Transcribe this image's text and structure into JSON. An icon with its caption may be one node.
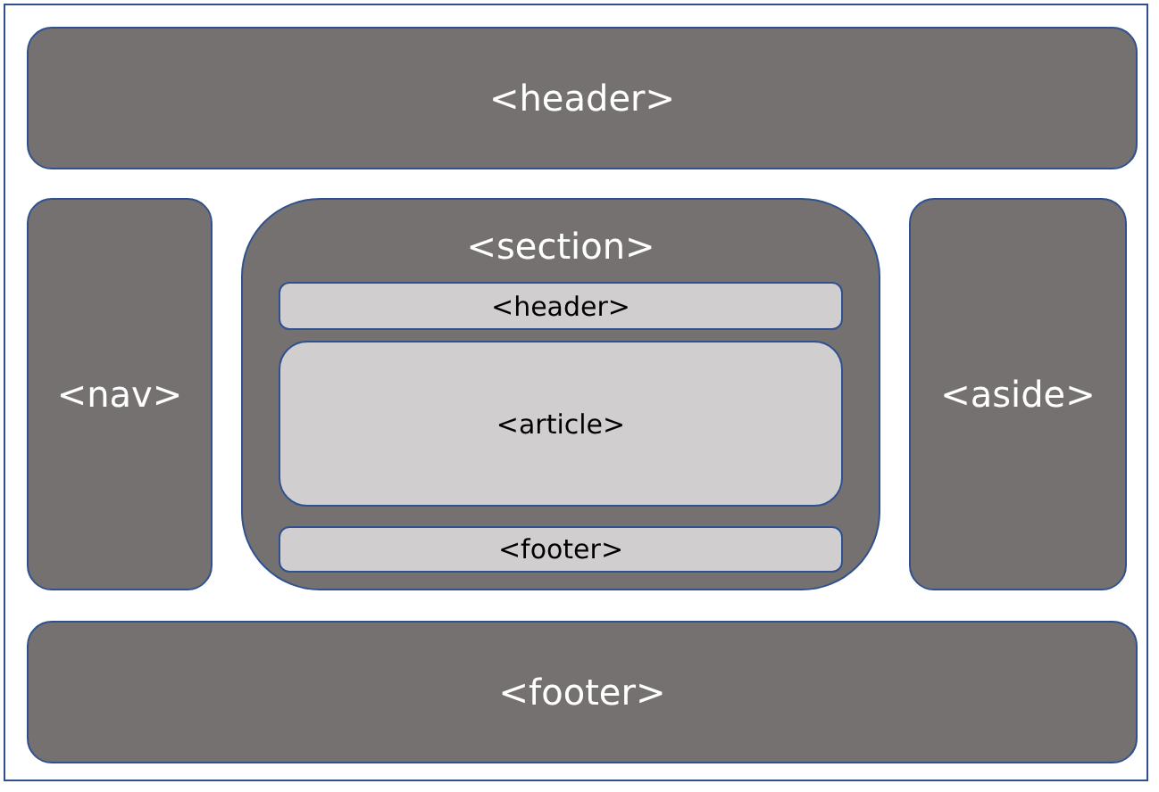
{
  "diagram": {
    "nodes": [
      {
        "text": [
          "<header>"
        ]
      },
      {
        "text": [
          "<nav>"
        ]
      },
      {
        "text": [
          "<section>"
        ]
      },
      {
        "text": [
          "<header>"
        ],
        "in": 2
      },
      {
        "text": [
          "<article>"
        ],
        "in": 2
      },
      {
        "text": [
          "<footer>"
        ],
        "in": 2
      },
      {
        "text": [
          "<aside>"
        ]
      },
      {
        "text": [
          "<footer>"
        ]
      }
    ]
  }
}
